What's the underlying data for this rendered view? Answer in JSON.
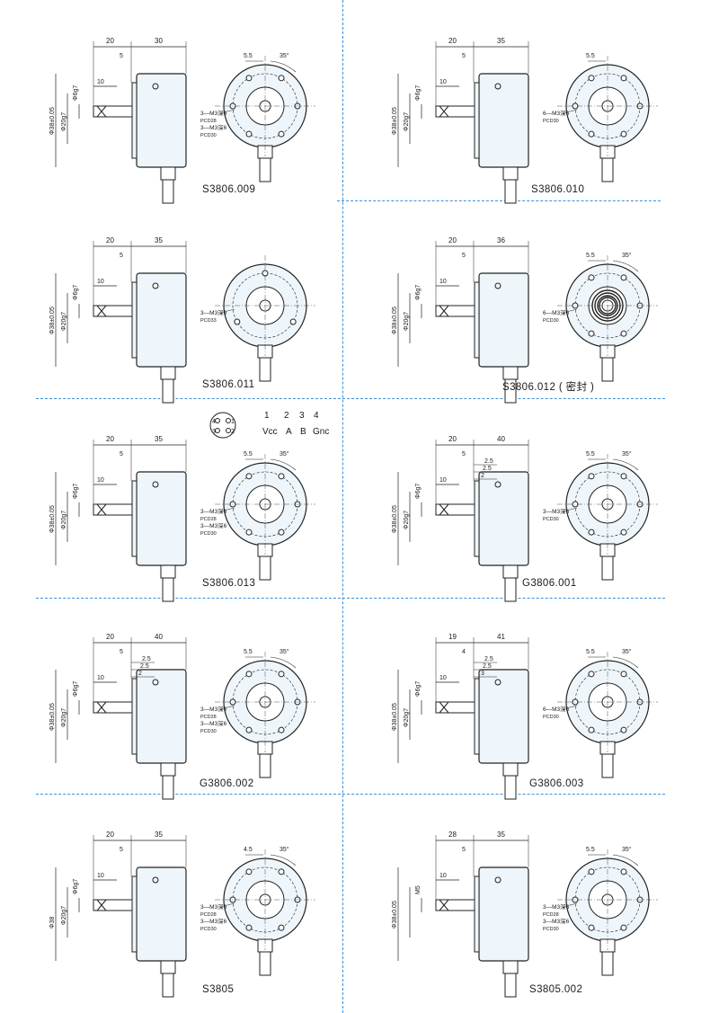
{
  "colors": {
    "body_fill": "#eef6fb",
    "divider": "#3d8fd6",
    "line": "#222222"
  },
  "drawings": [
    {
      "caption": "S3806.009",
      "dim_a": "20",
      "dim_b": "30",
      "step": "5",
      "shaft_len": "10",
      "shaft_dia": "Φ6g7",
      "flange_dia": "Φ20g7",
      "body_dia": "Φ38±0.05",
      "hole_spacing": "5.5",
      "angle": "35°",
      "holes": [
        "3—M3深6",
        "PCD28",
        "3—M3深6",
        "PCD30"
      ],
      "face": "mixed"
    },
    {
      "caption": "S3806.010",
      "dim_a": "20",
      "dim_b": "35",
      "step": "5",
      "shaft_len": "10",
      "shaft_dia": "Φ6g7",
      "flange_dia": "Φ20g7",
      "body_dia": "Φ38±0.05",
      "hole_spacing": "5.5",
      "angle": "",
      "holes": [
        "6—M3深6",
        "PCD30"
      ],
      "face": "six"
    },
    {
      "caption": "S3806.011",
      "dim_a": "20",
      "dim_b": "35",
      "step": "5",
      "shaft_len": "10",
      "shaft_dia": "Φ6g7",
      "flange_dia": "Φ20g7",
      "body_dia": "Φ38±0.05",
      "hole_spacing": "",
      "angle": "",
      "holes": [
        "3—M3深6",
        "PCD33"
      ],
      "face": "three"
    },
    {
      "caption": "S3806.012 ( 密封 )",
      "dim_a": "20",
      "dim_b": "36",
      "step": "5",
      "shaft_len": "10",
      "shaft_dia": "Φ6g7",
      "flange_dia": "Φ20g7",
      "body_dia": "Φ38±0.05",
      "hole_spacing": "5.5",
      "angle": "35°",
      "holes": [
        "6—M3深6",
        "PCD30"
      ],
      "face": "sealed"
    },
    {
      "caption": "S3806.013",
      "dim_a": "20",
      "dim_b": "35",
      "step": "5",
      "shaft_len": "10",
      "shaft_dia": "Φ6g7",
      "flange_dia": "Φ20g7",
      "body_dia": "Φ38±0.05",
      "hole_spacing": "5.5",
      "angle": "35°",
      "holes": [
        "3—M3深6",
        "PCD28",
        "3—M3深6",
        "PCD30"
      ],
      "face": "mixed"
    },
    {
      "caption": "G3806.001",
      "dim_a": "20",
      "dim_b": "40",
      "step": "5",
      "steps2": [
        "2.5",
        "2.5",
        "2"
      ],
      "shaft_len": "10",
      "shaft_dia": "Φ6g7",
      "flange_dia": "Φ20g7",
      "body_dia": "Φ38±0.05",
      "hole_spacing": "5.5",
      "angle": "35°",
      "holes": [
        "3—M3深6",
        "PCD30"
      ],
      "face": "six"
    },
    {
      "caption": "G3806.002",
      "dim_a": "20",
      "dim_b": "40",
      "step": "5",
      "steps2": [
        "2.5",
        "2.5",
        "2"
      ],
      "shaft_len": "10",
      "shaft_dia": "Φ6g7",
      "flange_dia": "Φ20g7",
      "body_dia": "Φ38±0.05",
      "hole_spacing": "5.5",
      "angle": "35°",
      "holes": [
        "3—M3深6",
        "PCD28",
        "3—M3深6",
        "PCD30"
      ],
      "face": "mixed"
    },
    {
      "caption": "G3806.003",
      "dim_a": "19",
      "dim_b": "41",
      "step": "4",
      "steps2": [
        "2.5",
        "2.5",
        "3"
      ],
      "shaft_len": "10",
      "shaft_dia": "Φ6g7",
      "flange_dia": "Φ20g7",
      "body_dia": "Φ38±0.05",
      "hole_spacing": "5.5",
      "angle": "35°",
      "holes": [
        "6—M3深6",
        "PCD30"
      ],
      "face": "six"
    },
    {
      "caption": "S3805",
      "dim_a": "20",
      "dim_b": "35",
      "step": "5",
      "shaft_len": "10",
      "shaft_dia": "Φ6g7",
      "flange_dia": "Φ20g7",
      "body_dia": "Φ38",
      "hole_spacing": "4.5",
      "angle": "35°",
      "holes": [
        "3—M3深6",
        "PCD28",
        "3—M3深6",
        "PCD30"
      ],
      "face": "mixed"
    },
    {
      "caption": "S3805.002",
      "dim_a": "28",
      "dim_b": "35",
      "step": "5",
      "shaft_len": "10",
      "shaft_dia": "M5",
      "flange_dia": "",
      "body_dia": "Φ38±0.05",
      "hole_spacing": "5.5",
      "angle": "35°",
      "holes": [
        "3—M3深6",
        "PCD28",
        "3—M3深6",
        "PCD30"
      ],
      "face": "mixed"
    }
  ],
  "pinout": {
    "pin_numbers": [
      "1",
      "2",
      "3",
      "4"
    ],
    "pin_labels": [
      "Vcc",
      "A",
      "B",
      "Gnc"
    ],
    "connector_pins": [
      "4",
      "1",
      "3",
      "2"
    ]
  }
}
